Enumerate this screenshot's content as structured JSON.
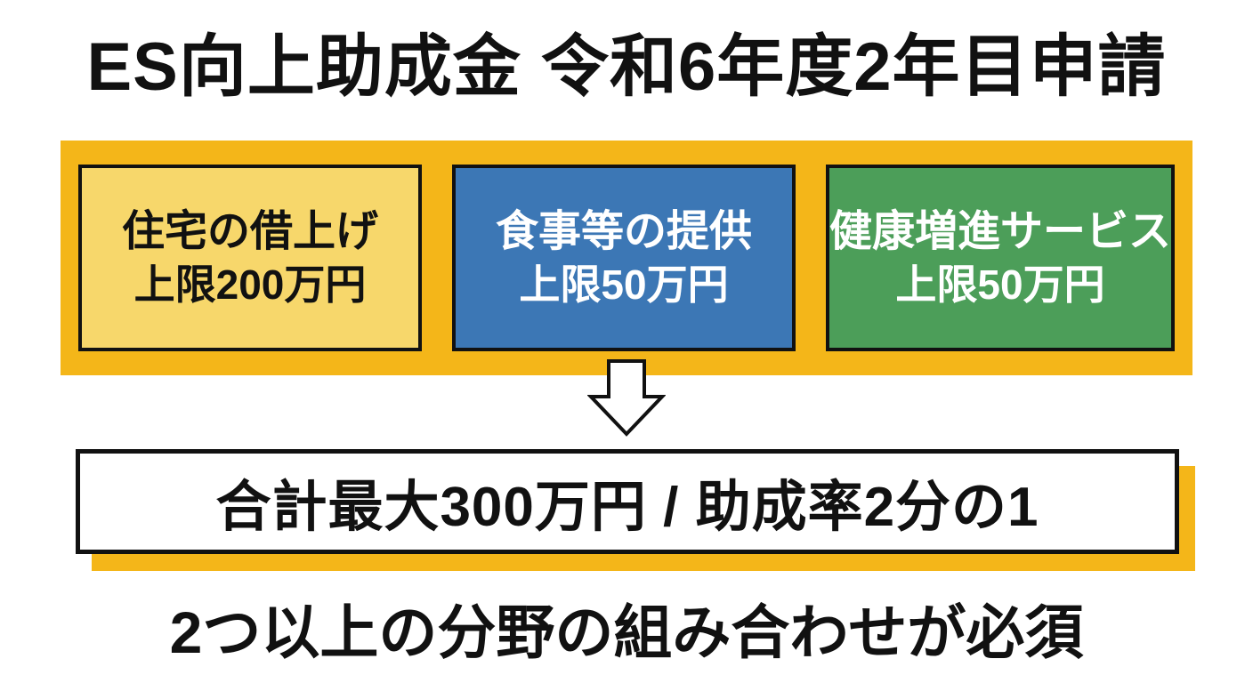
{
  "title": "ES向上助成金 令和6年度2年目申請",
  "categories": [
    {
      "name": "住宅の借上げ",
      "limit": "上限200万円",
      "bg": "#F7D76B",
      "fg": "#111111"
    },
    {
      "name": "食事等の提供",
      "limit": "上限50万円",
      "bg": "#3C77B5",
      "fg": "#FFFFFF"
    },
    {
      "name": "健康増進サービス",
      "limit": "上限50万円",
      "bg": "#4C9E59",
      "fg": "#FFFFFF"
    }
  ],
  "total": {
    "label": "合計最大300万円 / 助成率2分の1"
  },
  "note": "2つ以上の分野の組み合わせが必須",
  "icons": {
    "down_arrow": "⇩"
  },
  "colors": {
    "band": "#F4B619",
    "shadow": "#F4B619",
    "border": "#111111",
    "background": "#FFFFFF",
    "title_text": "#111111"
  }
}
